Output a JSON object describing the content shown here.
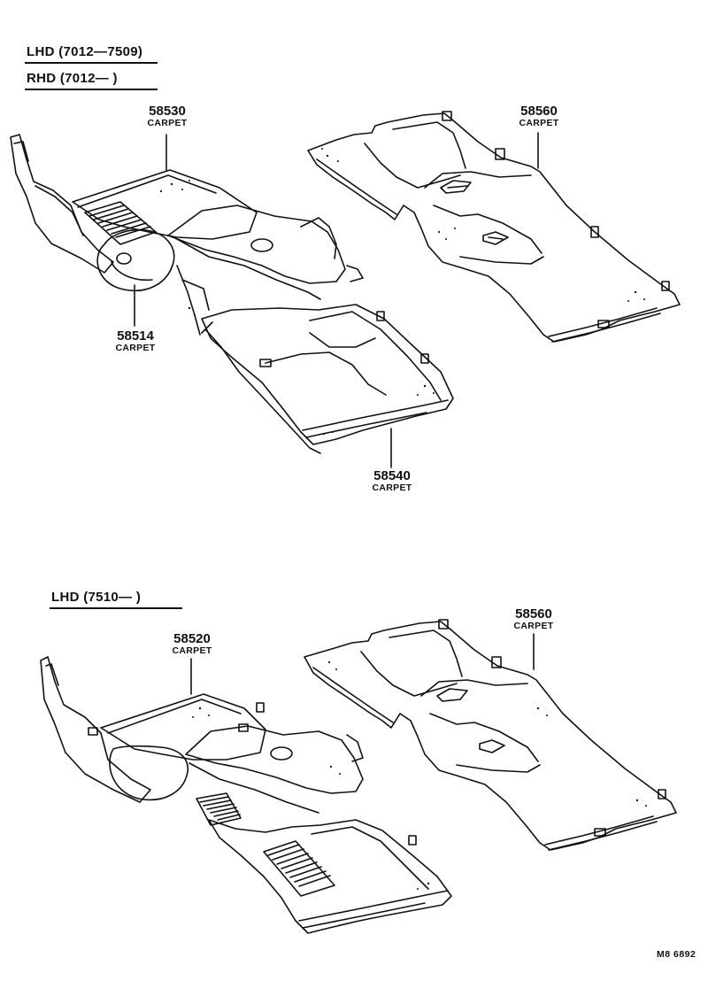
{
  "sections": [
    {
      "headers": [
        "LHD (7012—7509)",
        "RHD (7012—        )"
      ],
      "parts": [
        {
          "number": "58530",
          "name": "CARPET"
        },
        {
          "number": "58560",
          "name": "CARPET"
        },
        {
          "number": "58514",
          "name": "CARPET"
        },
        {
          "number": "58540",
          "name": "CARPET"
        }
      ]
    },
    {
      "headers": [
        "LHD (7510—        )"
      ],
      "parts": [
        {
          "number": "58520",
          "name": "CARPET"
        },
        {
          "number": "58560",
          "name": "CARPET"
        }
      ]
    }
  ],
  "reference_code": "M8 6892"
}
